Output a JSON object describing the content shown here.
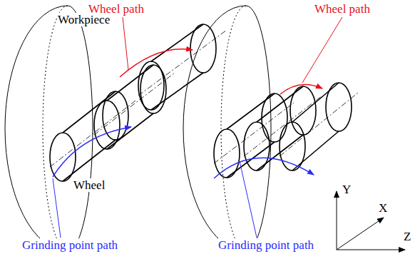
{
  "diagram": {
    "labels": [
      "Wheel path",
      "Workpiece",
      "Wheel",
      "Grinding point path",
      "Wheel path",
      "Grinding point path",
      "Y",
      "X",
      "Z"
    ]
  }
}
